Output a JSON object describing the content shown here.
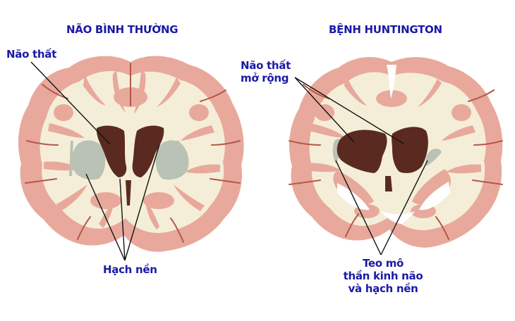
{
  "panels": [
    {
      "title": "NÃO BÌNH THƯỜNG",
      "labels": {
        "ventricle": "Não thất",
        "basal_ganglia": "Hạch nền"
      }
    },
    {
      "title": "BỆNH HUNTINGTON",
      "labels": {
        "ventricle_line1": "Não thất",
        "ventricle_line2": "mở rộng",
        "atrophy_line1": "Teo mô",
        "atrophy_line2": "thần kinh não",
        "atrophy_line3": "và hạch nền"
      }
    }
  ],
  "colors": {
    "label_text": "#1a1aa6",
    "gray_matter": "#e8a99c",
    "white_matter": "#f4eed8",
    "ventricle": "#5a2a20",
    "basal_ganglia": "#b9c2b4",
    "sulcus": "#b4574a",
    "leader_line": "#111111"
  }
}
